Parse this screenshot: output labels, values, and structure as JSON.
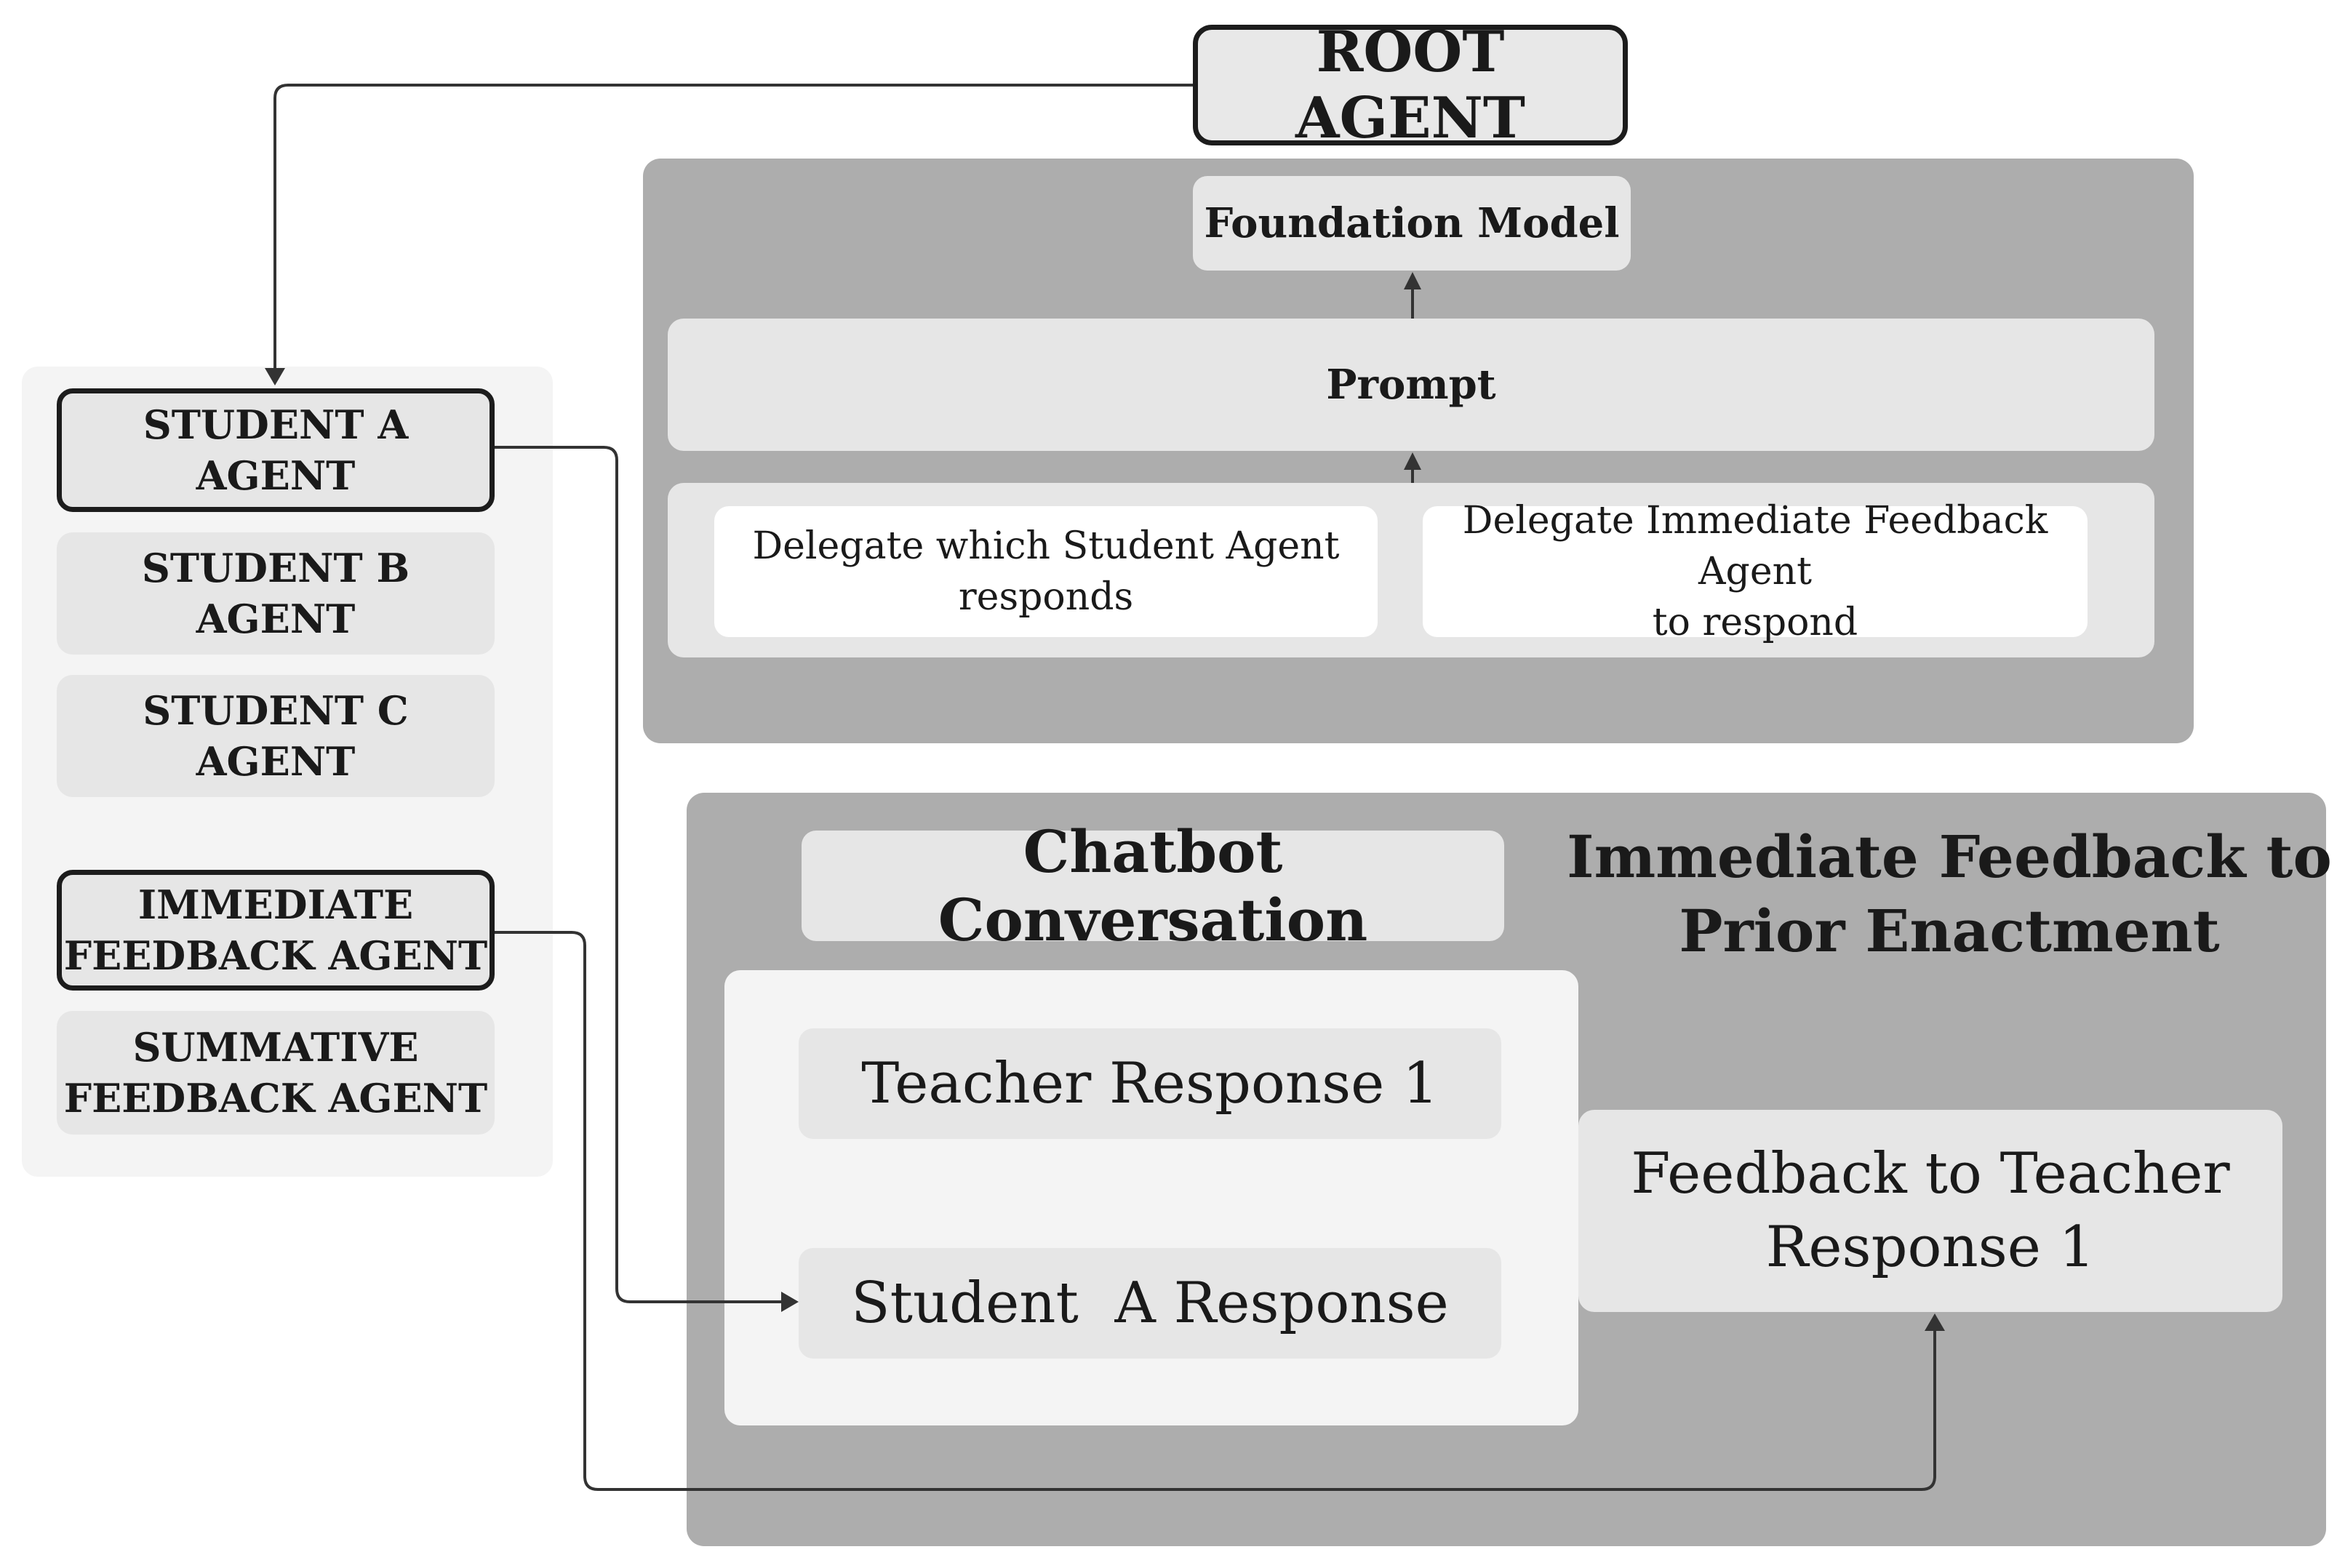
{
  "root_agent": {
    "label": "ROOT AGENT"
  },
  "agents": {
    "student_a": "STUDENT A AGENT",
    "student_b": "STUDENT B AGENT",
    "student_c": "STUDENT C AGENT",
    "immediate_feedback": [
      "IMMEDIATE",
      "FEEDBACK AGENT"
    ],
    "summative_feedback": [
      "SUMMATIVE",
      "FEEDBACK AGENT"
    ]
  },
  "model": {
    "foundation_model": "Foundation Model",
    "prompt": "Prompt",
    "delegate_student": [
      "Delegate which Student Agent",
      "responds"
    ],
    "delegate_feedback": [
      "Delegate Immediate Feedback Agent",
      "to respond"
    ]
  },
  "conversation": {
    "title": "Chatbot Conversation",
    "teacher_response": "Teacher Response 1",
    "student_response": "Student  A Response"
  },
  "immediate_feedback_panel": {
    "title": [
      "Immediate Feedback to",
      "Prior Enactment"
    ],
    "feedback_box": [
      "Feedback to Teacher",
      "Response 1"
    ]
  },
  "colors": {
    "panel_dark": "#adadad",
    "panel_light": "#f4f4f4",
    "box_fill": "#e6e6e6",
    "outline": "#1c1c1c",
    "connector": "#333333"
  }
}
